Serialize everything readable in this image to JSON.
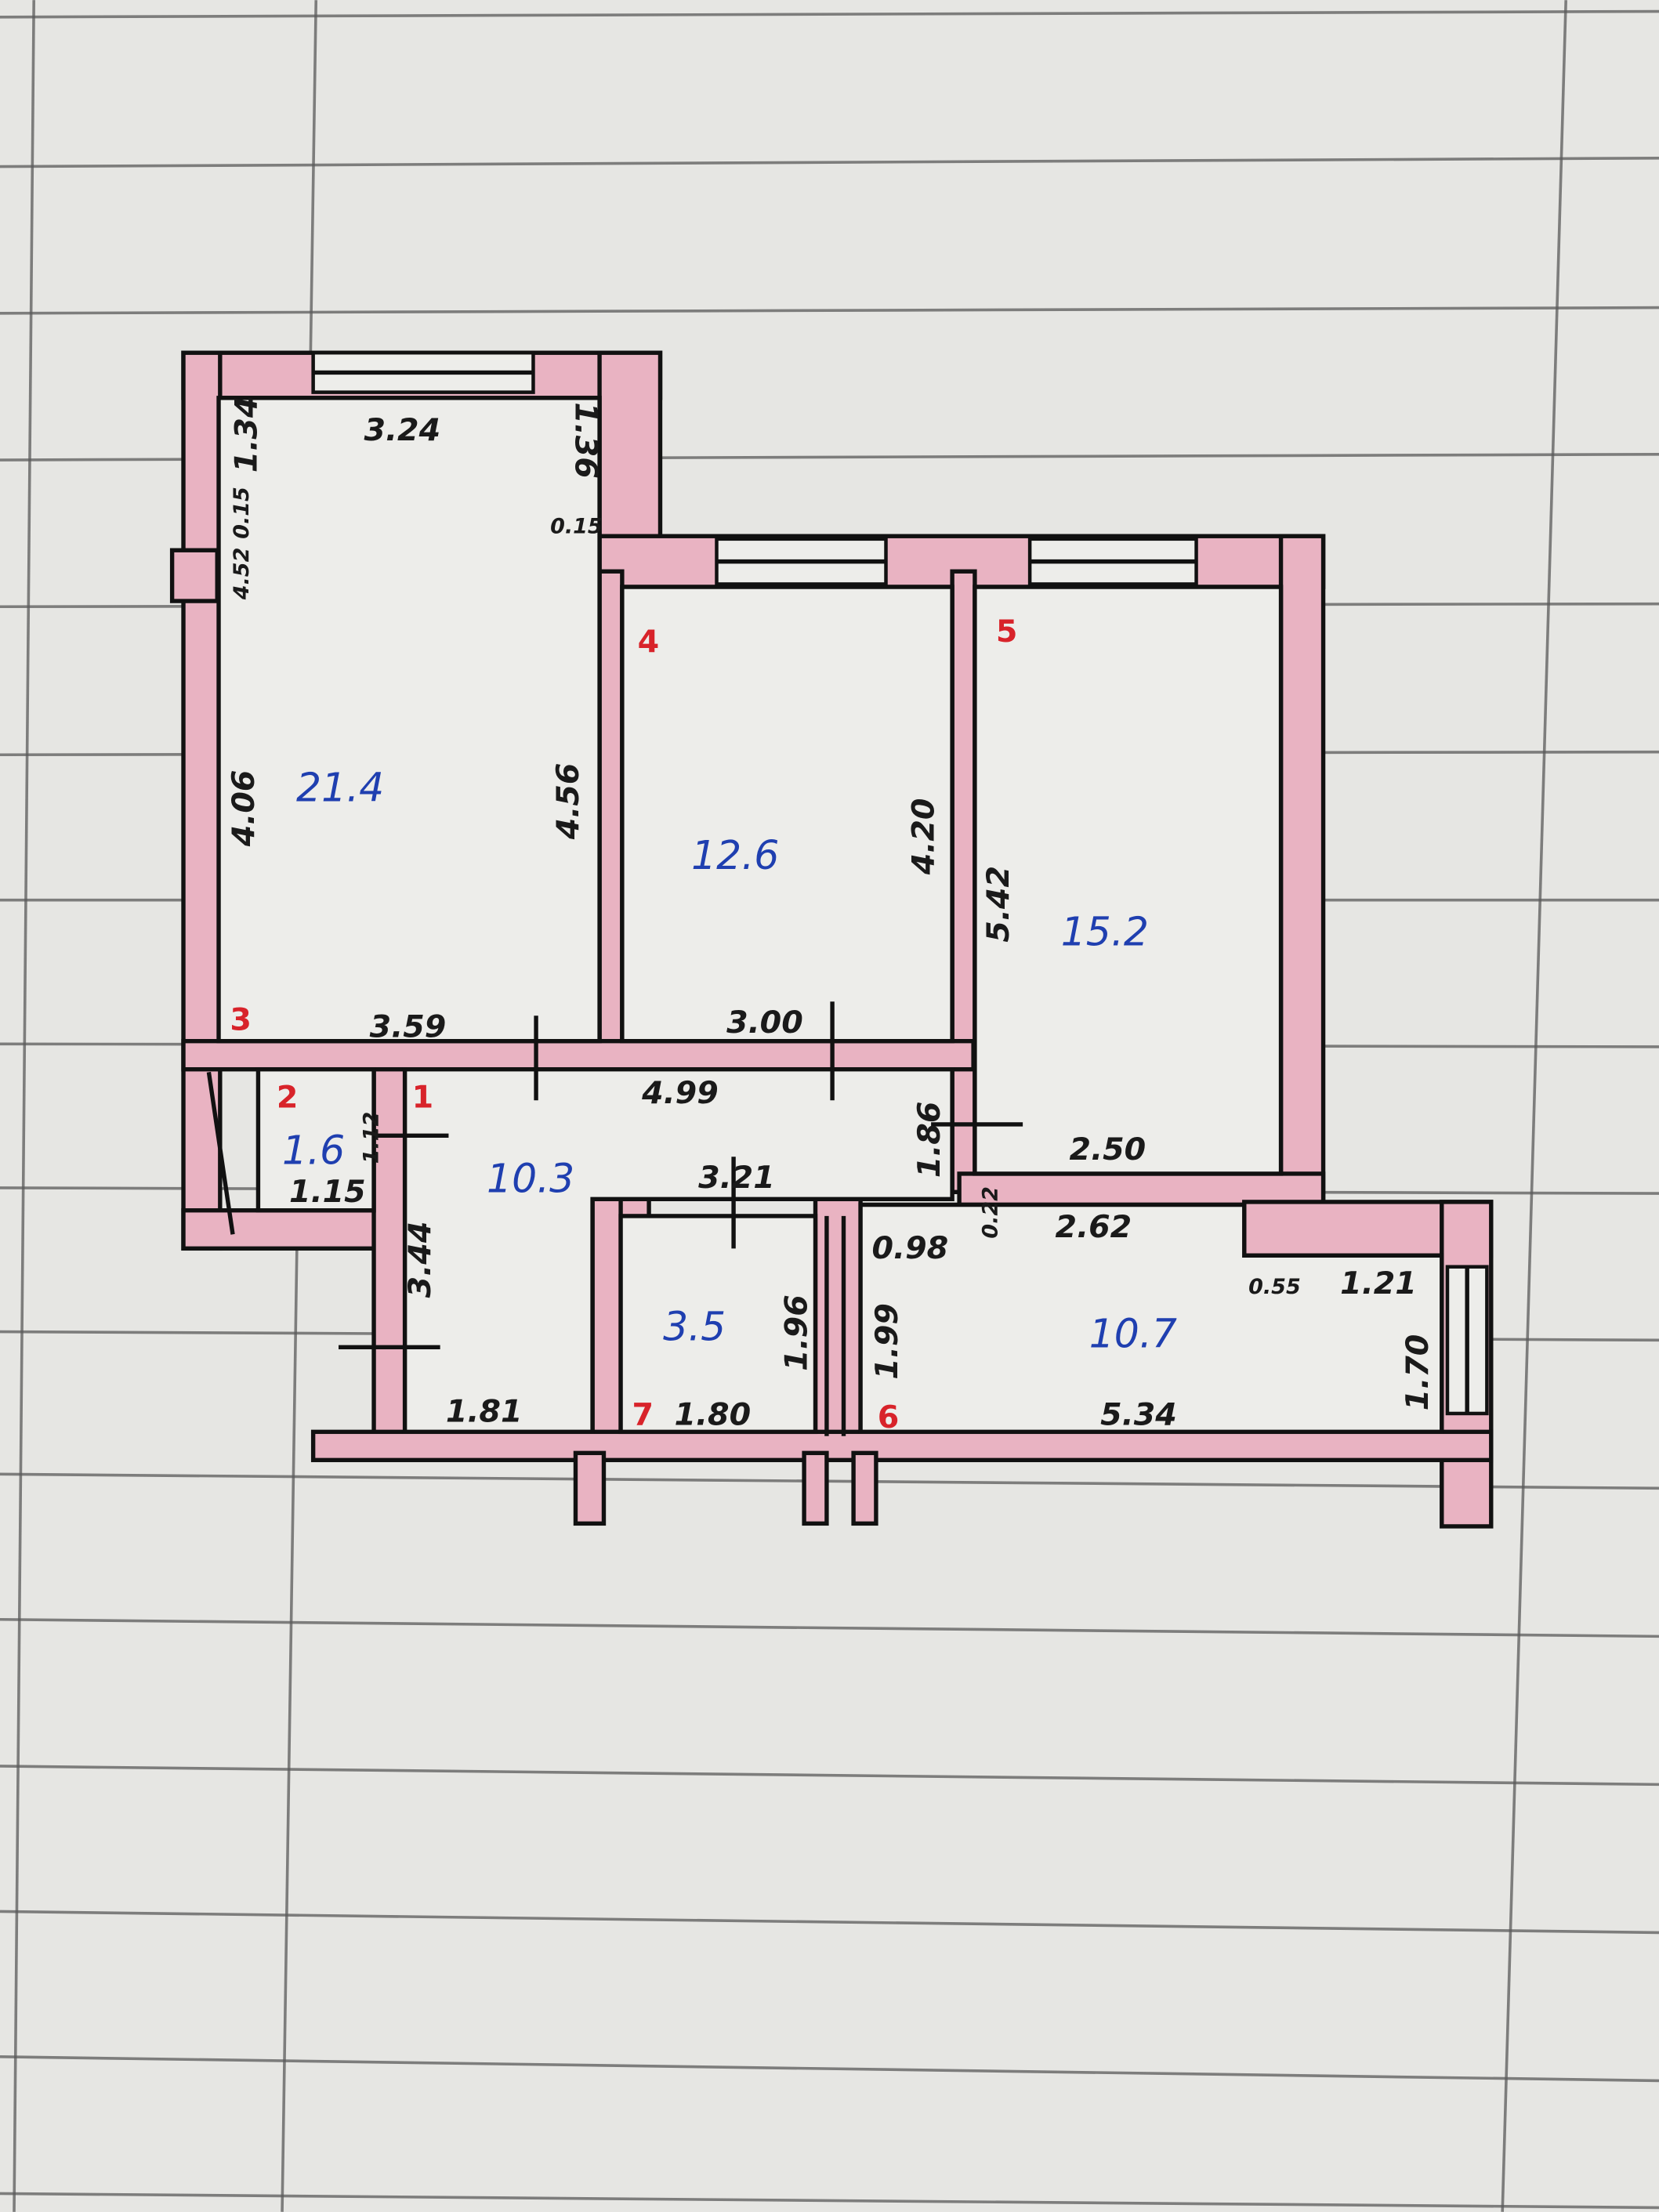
{
  "colors": {
    "paper": "#e6e6e3",
    "wall_fill": "#e9b3c2",
    "line": "#111111",
    "area_text": "#1f3fb0",
    "room_number": "#d8232a"
  },
  "rooms": [
    {
      "number": "1",
      "area": "10.3"
    },
    {
      "number": "2",
      "area": "1.6"
    },
    {
      "number": "3",
      "area": "21.4"
    },
    {
      "number": "4",
      "area": "12.6"
    },
    {
      "number": "5",
      "area": "15.2"
    },
    {
      "number": "6",
      "area": "10.7"
    },
    {
      "number": "7",
      "area": "3.5"
    }
  ],
  "dimensions": {
    "r3_top": "3.24",
    "r3_left_upper": "1.34",
    "r3_left_small": "0.15",
    "r3_left_pier": "4.52",
    "r3_right_upper": "1.36",
    "r3_right_small": "0.15",
    "r3_left": "4.06",
    "r3_right": "4.56",
    "r3_bottom": "3.59",
    "r4_right": "4.20",
    "r4_bottom": "3.00",
    "r5_left": "5.42",
    "r5_bottom": "2.50",
    "corr_top": "4.99",
    "corr_mid": "3.21",
    "corr_left": "3.44",
    "corr_bottom": "1.81",
    "corr_right": "1.86",
    "r2_right": "1.12",
    "r2_bottom": "1.15",
    "r7_right": "1.96",
    "r7_bottom": "1.80",
    "r6_left": "1.99",
    "r6_left_top": "0.98",
    "r6_small": "0.22",
    "r6_top": "2.62",
    "r6_step": "0.55",
    "r6_top_right": "1.21",
    "r6_right": "1.70",
    "r6_bottom": "5.34"
  }
}
